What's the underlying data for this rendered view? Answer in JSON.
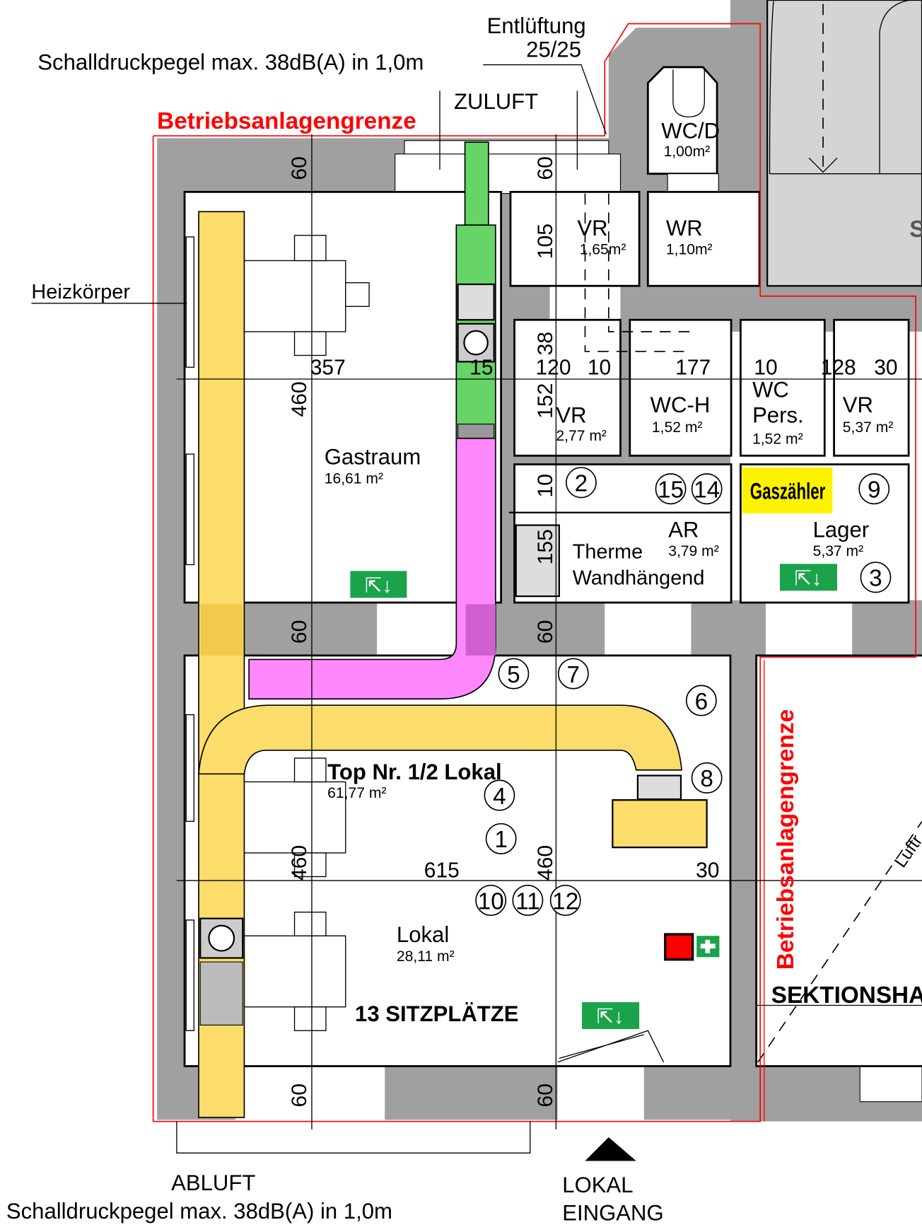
{
  "annotations": {
    "sound_top": "Schalldruckpegel max. 38dB(A) in 1,0m",
    "sound_bottom": "Schalldruckpegel max. 38dB(A) in 1,0m",
    "vent_line1": "Entlüftung",
    "vent_line2": "25/25",
    "supply_air": "ZULUFT",
    "exhaust_air": "ABLUFT",
    "boundary_top": "Betriebsanlagengrenze",
    "boundary_right": "Betriebsanlagengrenze",
    "radiator": "Heizkörper",
    "entrance_line1": "LOKAL",
    "entrance_line2": "EINGANG",
    "section_label": "SEKTIONSHA",
    "partial_diag": "Luftr",
    "partial_s": "S",
    "seats": "13 SITZPLÄTZE"
  },
  "rooms": {
    "wcd": {
      "name": "WC/D",
      "area": "1,00m²"
    },
    "vr1": {
      "name": "VR",
      "area": "1,65m²"
    },
    "wr": {
      "name": "WR",
      "area": "1,10m²"
    },
    "vr2": {
      "name": "VR",
      "area": "2,77 m²"
    },
    "wch": {
      "name": "WC-H",
      "area": "1,52 m²"
    },
    "wcp": {
      "name1": "WC",
      "name2": "Pers.",
      "area": "1,52 m²"
    },
    "vr3": {
      "name": "VR",
      "area": "5,37 m²"
    },
    "gas": {
      "name": "Gaszähler"
    },
    "ar": {
      "name": "AR",
      "area": "3,79 m²"
    },
    "therme": {
      "line1": "Therme",
      "line2": "Wandhängend"
    },
    "lager": {
      "name": "Lager",
      "area": "5,37 m²"
    },
    "gastraum": {
      "name": "Gastraum",
      "area": "16,61 m²"
    },
    "top": {
      "name": "Top Nr. 1/2 Lokal",
      "area": "61,77 m²"
    },
    "lokal": {
      "name": "Lokal",
      "area": "28,11 m²"
    }
  },
  "dimensions": {
    "d60a": "60",
    "d357": "357",
    "d460a": "460",
    "d15": "15",
    "d60b": "60",
    "d105": "105",
    "d38": "38",
    "d120": "120",
    "d10a": "10",
    "d177": "177",
    "d10b": "10",
    "d128": "128",
    "d30a": "30",
    "d152": "152",
    "d10c": "10",
    "d155": "155",
    "d60c": "60",
    "d60d": "60",
    "d615": "615",
    "d460b": "460",
    "d460c": "460",
    "d30b": "30",
    "d60e": "60",
    "d60f": "60"
  },
  "markers": [
    "1",
    "2",
    "3",
    "4",
    "5",
    "6",
    "7",
    "8",
    "9",
    "10",
    "11",
    "12",
    "14",
    "15"
  ],
  "colors": {
    "wall": "#a0a0a0",
    "boundary": "#ff0000",
    "exhaust_duct": "#fcdc6a",
    "supply_duct": "#66d466",
    "return_duct": "#ff88ff",
    "exit_sign": "#1aa34a",
    "gas_meter": "#fff200"
  }
}
